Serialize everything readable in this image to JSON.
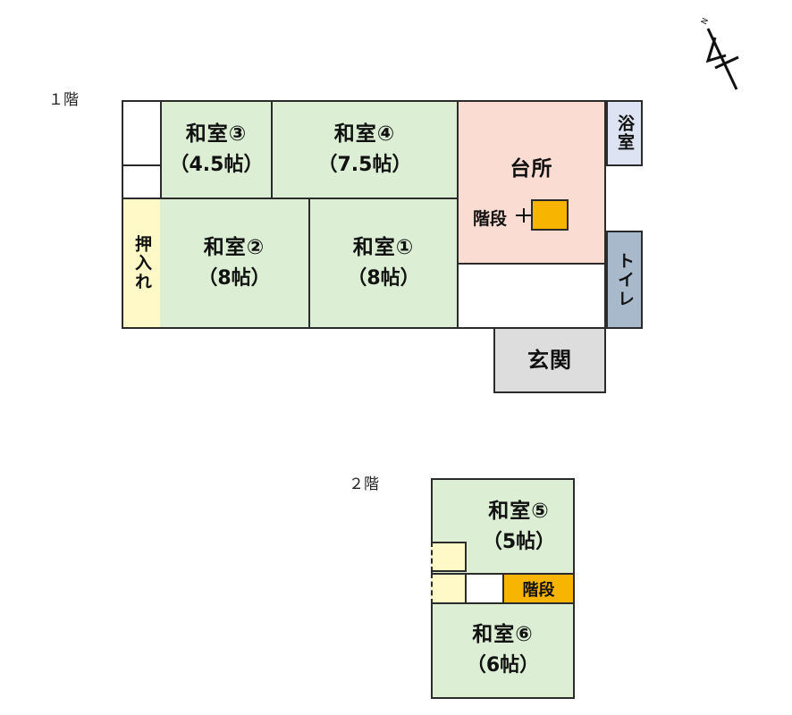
{
  "floor1": {
    "label": "１階",
    "rooms": {
      "washitsu3": {
        "name": "和室③",
        "size": "（4.5帖）"
      },
      "washitsu4": {
        "name": "和室④",
        "size": "（7.5帖）"
      },
      "washitsu2": {
        "name": "和室②",
        "size": "（8帖）"
      },
      "washitsu1": {
        "name": "和室①",
        "size": "（8帖）"
      },
      "kitchen": {
        "name": "台所"
      },
      "stairs": {
        "name": "階段"
      },
      "bath": {
        "name": "浴室"
      },
      "toilet": {
        "name": "トイレ"
      },
      "closet": {
        "name": "押入れ"
      },
      "entrance": {
        "name": "玄関"
      }
    }
  },
  "floor2": {
    "label": "２階",
    "rooms": {
      "washitsu5": {
        "name": "和室⑤",
        "size": "（5帖）"
      },
      "washitsu6": {
        "name": "和室⑥",
        "size": "（6帖）"
      },
      "stairs": {
        "name": "階段"
      }
    }
  },
  "compass": {
    "label": "N"
  },
  "colors": {
    "washitsu": "#dcefd4",
    "kitchen": "#fbdcd2",
    "stairs": "#f7b400",
    "closet": "#fff9c8",
    "bath": "#dde3f3",
    "toilet": "#a9b9cc",
    "entrance": "#dddddd"
  }
}
